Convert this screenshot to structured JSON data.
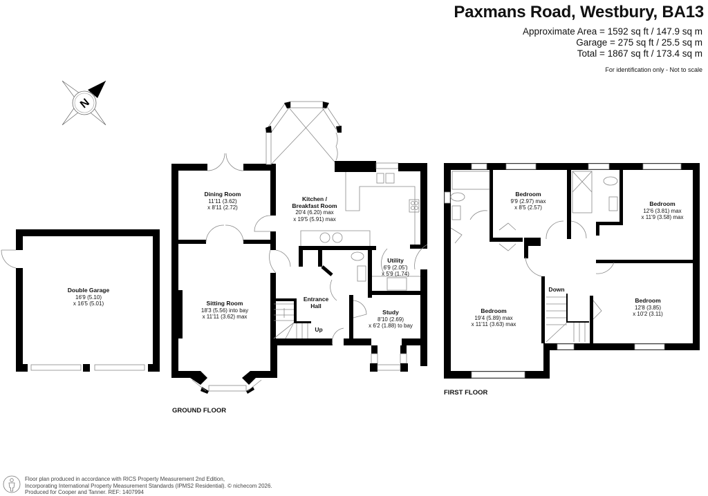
{
  "header": {
    "title": "Paxmans Road, Westbury, BA13",
    "areas": [
      "Approximate Area = 1592 sq ft / 147.9 sq m",
      "Garage = 275 sq ft / 25.5 sq m",
      "Total = 1867 sq ft / 173.4 sq m"
    ],
    "disclaimer": "For identification only - Not to scale"
  },
  "compass": {
    "icon": "north-arrow-icon",
    "letter": "N"
  },
  "floors": {
    "ground": {
      "label": "GROUND FLOOR",
      "rooms": [
        {
          "name": "Dining Room",
          "dim1": "11'11 (3.62)",
          "dim2": "x 8'11 (2.72)"
        },
        {
          "name": "Kitchen /",
          "name2": "Breakfast Room",
          "dim1": "20'4 (6.20) max",
          "dim2": "x 19'5 (5.91) max"
        },
        {
          "name": "Sitting Room",
          "dim1": "18'3 (5.56) into bay",
          "dim2": "x 11'11 (3.62) max"
        },
        {
          "name": "Utility",
          "dim1": "6'9 (2.05')",
          "dim2": "x 5'9 (1.74)"
        },
        {
          "name": "Entrance",
          "name2": "Hall"
        },
        {
          "name": "Study",
          "dim1": "8'10 (2.69)",
          "dim2": "x 6'2 (1.88) to bay"
        }
      ],
      "stairs_label": "Up"
    },
    "garage": {
      "rooms": [
        {
          "name": "Double Garage",
          "dim1": "16'9 (5.10)",
          "dim2": "x 16'5 (5.01)"
        }
      ]
    },
    "first": {
      "label": "FIRST FLOOR",
      "rooms": [
        {
          "name": "Bedroom",
          "dim1": "9'9 (2.97) max",
          "dim2": "x 8'5 (2.57)"
        },
        {
          "name": "Bedroom",
          "dim1": "12'6 (3.81) max",
          "dim2": "x 11'9 (3.58) max"
        },
        {
          "name": "Bedroom",
          "dim1": "19'4 (5.89) max",
          "dim2": "x 11'11 (3.63) max"
        },
        {
          "name": "Bedroom",
          "dim1": "12'8 (3.85)",
          "dim2": "x 10'2 (3.11)"
        }
      ],
      "stairs_label": "Down"
    }
  },
  "footer": {
    "lines": [
      "Floor plan produced in accordance with RICS Property Measurement 2nd Edition,",
      "Incorporating International Property Measurement Standards (IPMS2 Residential).   © nichecom 2026.",
      "Produced for Cooper and Tanner.   REF:  1407994"
    ]
  }
}
